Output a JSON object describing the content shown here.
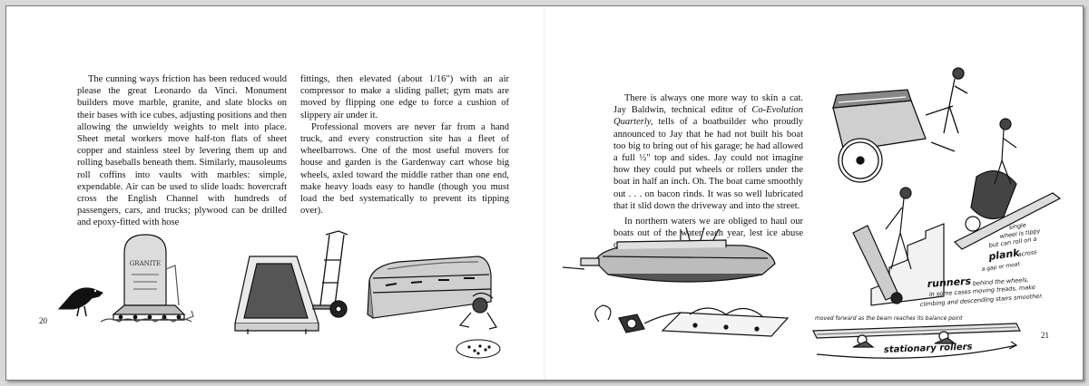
{
  "left_page": {
    "page_number": "20",
    "column_1": [
      "The cunning ways friction has been reduced would please the great Leonardo da Vinci. Monument builders move marble, granite, and slate blocks on their bases with ice cubes, adjusting positions and then allowing the unwieldy weights to melt into place. Sheet metal workers move half-ton flats of sheet copper and stainless steel by levering them up and rolling baseballs beneath them. Similarly, mausoleums roll coffins into vaults with marbles: simple, expendable. Air can be used to slide loads: hovercraft cross the English Channel with hundreds of passengers, cars, and trucks; plywood can be drilled and epoxy-fitted with hose"
    ],
    "column_2": [
      "fittings, then elevated (about 1/16\") with an air compressor to make a sliding pallet; gym mats are moved by flipping one edge to force a cushion of slippery air under it.",
      "Professional movers are never far from a hand truck, and every construction site has a fleet of wheelbarrows. One of the most useful movers for house and garden is the Gardenway cart whose big wheels, axled toward the middle rather than one end, make heavy loads easy to handle (though you must load the bed systematically to prevent its tipping over)."
    ],
    "illustrations": {
      "headstone_engraving": "GRANITE"
    }
  },
  "right_page": {
    "page_number": "21",
    "column_1": [
      {
        "before": "There is always one more way to skin a cat. Jay Baldwin, technical editor of ",
        "italic": "Co-Evolution Quarterly,",
        "after": " tells of a boatbuilder who proudly announced to Jay that he had not built his boat too big to bring out of his garage; he had allowed a full ½\" top and sides. Jay could not imagine how they could put wheels or rollers under the boat in half an inch. Oh. The boat came smoothly out . . . on bacon rinds. It was so well lubricated that it slid down the driveway and into the street."
      },
      {
        "before": "In northern waters we are obliged to haul our boats out of the water each year, lest ice abuse our",
        "italic": "",
        "after": ""
      }
    ],
    "captions": {
      "wheelbarrow_line1": "single",
      "wheelbarrow_line2": "wheel is tippy",
      "wheelbarrow_line3": "but can roll on a",
      "wheelbarrow_plank": "plank",
      "wheelbarrow_across": "across",
      "wheelbarrow_line5": "a gap or moat",
      "runners_title": "runners",
      "runners_line1": "behind the wheels,",
      "runners_line2": "in some cases moving treads, make",
      "runners_line3": "climbing and descending stairs smoother.",
      "beam_note": "moved forward as the beam reaches its balance point",
      "rollers_label": "stationary rollers"
    }
  }
}
